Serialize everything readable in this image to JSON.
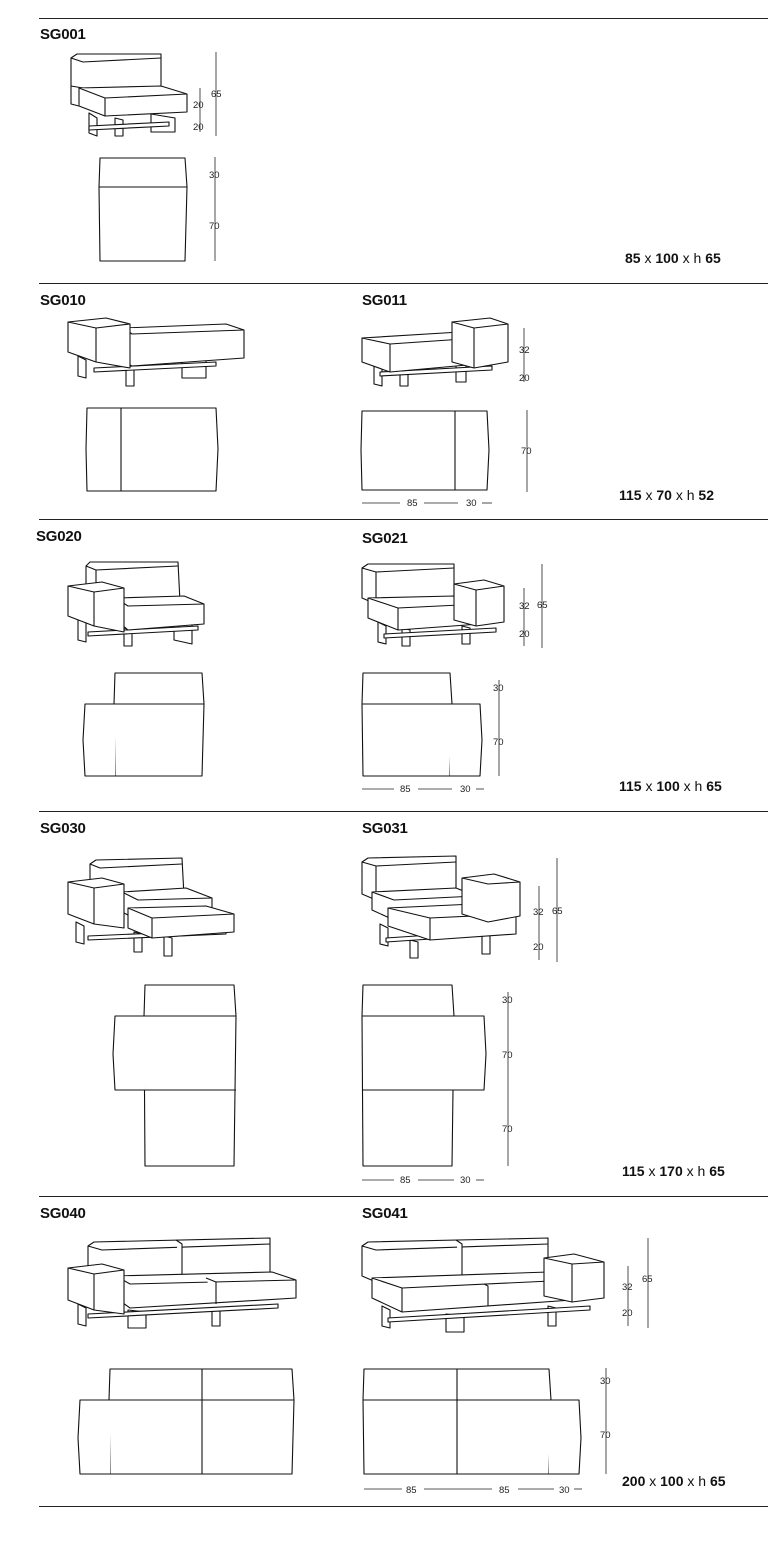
{
  "sections": [
    {
      "items": [
        {
          "code": "SG001",
          "dims": {
            "ht": [
              "65",
              "20",
              "20"
            ],
            "plan_v": [
              "30",
              "70"
            ]
          }
        }
      ],
      "size": {
        "w": "85",
        "d": "100",
        "h": "65"
      }
    },
    {
      "items": [
        {
          "code": "SG010"
        },
        {
          "code": "SG011",
          "dims": {
            "ht": [
              "32",
              "20"
            ],
            "plan_v": [
              "70"
            ],
            "plan_h": [
              "85",
              "30"
            ]
          }
        }
      ],
      "size": {
        "w": "115",
        "d": "70",
        "h": "52"
      }
    },
    {
      "items": [
        {
          "code": "SG020"
        },
        {
          "code": "SG021",
          "dims": {
            "ht": [
              "32",
              "65",
              "20"
            ],
            "plan_v": [
              "30",
              "70"
            ],
            "plan_h": [
              "85",
              "30"
            ]
          }
        }
      ],
      "size": {
        "w": "115",
        "d": "100",
        "h": "65"
      }
    },
    {
      "items": [
        {
          "code": "SG030"
        },
        {
          "code": "SG031",
          "dims": {
            "ht": [
              "32",
              "65",
              "20"
            ],
            "plan_v": [
              "30",
              "70",
              "70"
            ],
            "plan_h": [
              "85",
              "30"
            ]
          }
        }
      ],
      "size": {
        "w": "115",
        "d": "170",
        "h": "65"
      }
    },
    {
      "items": [
        {
          "code": "SG040"
        },
        {
          "code": "SG041",
          "dims": {
            "ht": [
              "32",
              "65",
              "20"
            ],
            "plan_v": [
              "30",
              "70"
            ],
            "plan_h": [
              "85",
              "85",
              "30"
            ]
          }
        }
      ],
      "size": {
        "w": "200",
        "d": "100",
        "h": "65"
      }
    }
  ],
  "sep": "x",
  "hpre": "x h"
}
